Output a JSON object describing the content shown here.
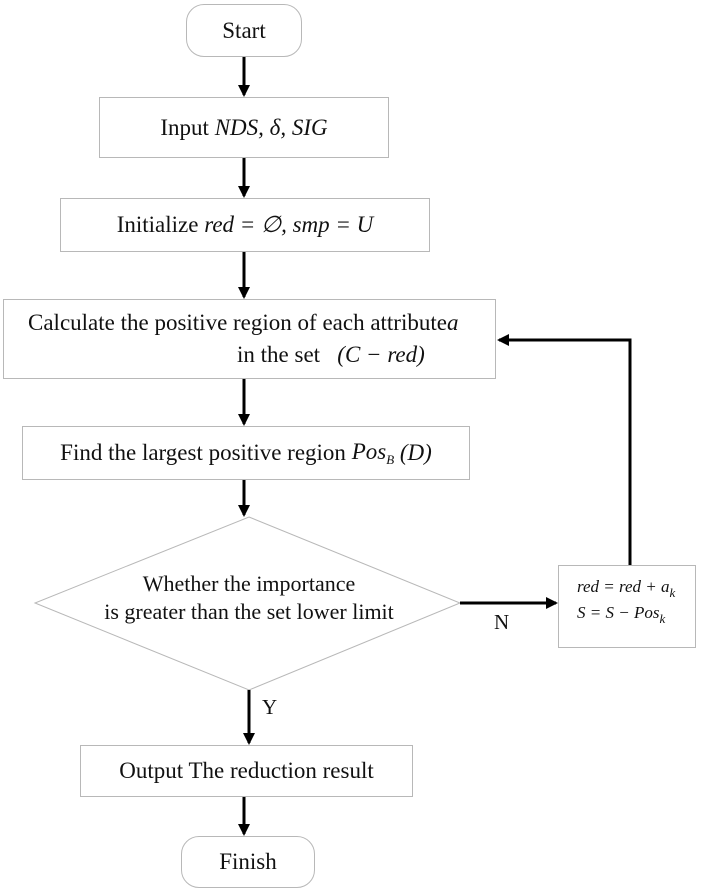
{
  "flowchart": {
    "start": {
      "label": "Start"
    },
    "input": {
      "prefix": "Input",
      "params": "NDS, δ, SIG"
    },
    "initialize": {
      "prefix": "Initialize",
      "expr": "red = ∅, smp = U"
    },
    "calculate": {
      "line1": "Calculate the positive region of each attribute",
      "attribute": "a",
      "line2_prefix": "in the set",
      "set_expr": "(C − red)"
    },
    "find": {
      "text": "Find the largest positive region",
      "expr_main": "Pos",
      "expr_sub": "B",
      "expr_arg": "(D)"
    },
    "decision": {
      "line1": "Whether the importance",
      "line2": "is greater than the set lower limit"
    },
    "update": {
      "line1_main": "red = red + a",
      "line1_sub": "k",
      "line2_main": "S = S − Pos",
      "line2_sub": "k"
    },
    "output": {
      "label": "Output The reduction result"
    },
    "finish": {
      "label": "Finish"
    },
    "branch_no": "N",
    "branch_yes": "Y"
  },
  "colors": {
    "line": "#000000",
    "box_border": "#b8b8b8",
    "text": "#111111"
  }
}
